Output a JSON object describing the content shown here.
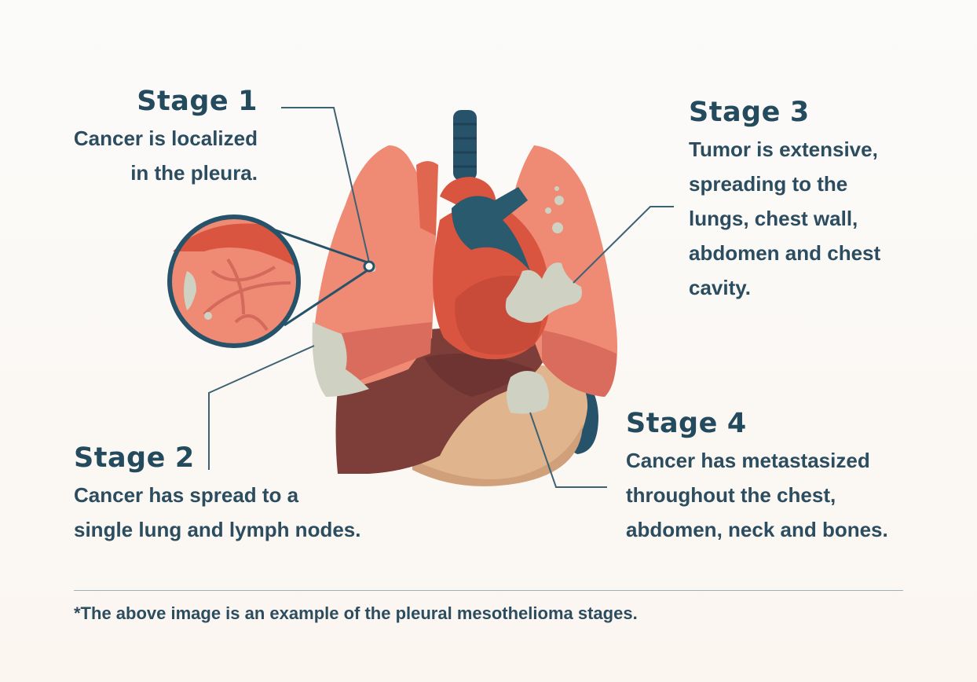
{
  "stages": [
    {
      "title": "Stage",
      "number": "1",
      "lines": [
        "Cancer is localized",
        "in the pleura."
      ]
    },
    {
      "title": "Stage",
      "number": "2",
      "lines": [
        "Cancer has spread to a",
        "single lung and lymph nodes."
      ]
    },
    {
      "title": "Stage",
      "number": "3",
      "lines": [
        "Tumor is extensive,",
        "spreading to the",
        "lungs, chest wall,",
        "abdomen and chest",
        "cavity."
      ]
    },
    {
      "title": "Stage",
      "number": "4",
      "lines": [
        "Cancer has metastasized",
        "throughout the chest,",
        "abdomen, neck and bones."
      ]
    }
  ],
  "footnote": "*The above image is an example of the pleural mesothelioma stages.",
  "colors": {
    "text": "#244a5d",
    "lung": "#ef8a74",
    "lung_shadow": "#e06d5c",
    "heart": "#d9553f",
    "aorta": "#2a5a6e",
    "liver": "#7d3e3a",
    "stomach": "#e0b48c",
    "tumor": "#cfd1c3",
    "callout_line": "#3d6273"
  },
  "icons": [
    "chest-organs-illustration",
    "magnified-pleura-icon"
  ]
}
